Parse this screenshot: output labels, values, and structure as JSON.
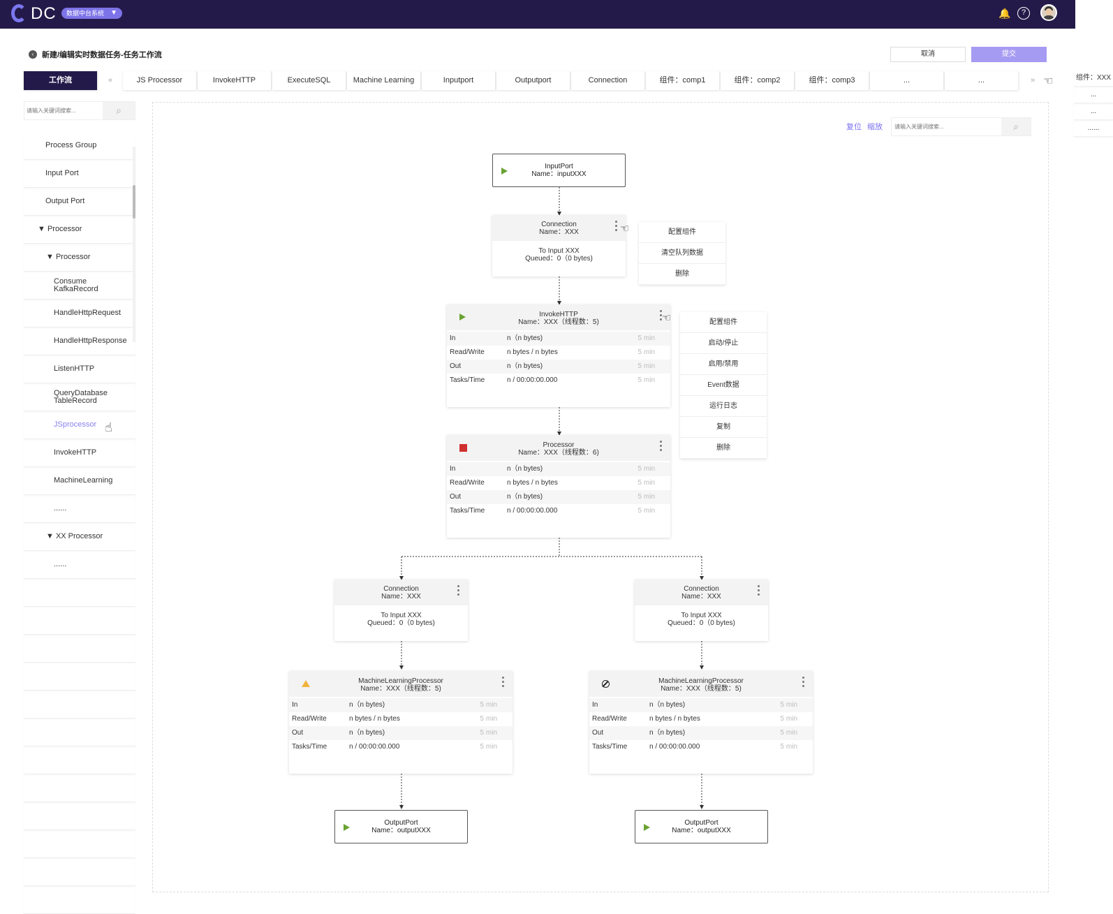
{
  "header": {
    "logo_text": "DC",
    "system_badge": "数据中台系统",
    "icons": [
      "bell-icon",
      "help-icon",
      "avatar"
    ]
  },
  "page": {
    "title": "新建/编辑实时数据任务-任务工作流",
    "cancel_label": "取消",
    "submit_label": "提交"
  },
  "tabs": {
    "items": [
      {
        "label": "工作流",
        "active": true
      },
      {
        "label": "JS Processor"
      },
      {
        "label": "InvokeHTTP"
      },
      {
        "label": "ExecuteSQL"
      },
      {
        "label": "Machine Learning"
      },
      {
        "label": "Inputport"
      },
      {
        "label": "Outputport"
      },
      {
        "label": "Connection"
      },
      {
        "label": "组件：comp1"
      },
      {
        "label": "组件：comp2"
      },
      {
        "label": "组件：comp3"
      },
      {
        "label": "..."
      },
      {
        "label": "..."
      }
    ],
    "prev_arrow": "«",
    "next_arrow": "»"
  },
  "tab_overflow_menu": {
    "items": [
      "组件：XXX",
      "...",
      "...",
      "......"
    ]
  },
  "sidebar": {
    "search_placeholder": "请输入关键词搜索...",
    "items": [
      {
        "label": "Process Group",
        "level": 0
      },
      {
        "label": "Input Port",
        "level": 0
      },
      {
        "label": "Output Port",
        "level": 0
      },
      {
        "label": "▼ Processor",
        "level": 1
      },
      {
        "label": "▼ Processor",
        "level": 2
      },
      {
        "label": "Consume\nKafkaRecord",
        "level": 3
      },
      {
        "label": "HandleHttpRequest",
        "level": 3
      },
      {
        "label": "HandleHttpResponse",
        "level": 3
      },
      {
        "label": "ListenHTTP",
        "level": 3
      },
      {
        "label": "QueryDatabase\nTableRecord",
        "level": 3
      },
      {
        "label": "JSprocessor",
        "level": 3,
        "selected": true
      },
      {
        "label": "InvokeHTTP",
        "level": 3
      },
      {
        "label": "MachineLearning",
        "level": 3
      },
      {
        "label": "......",
        "level": 3
      },
      {
        "label": "▼ XX Processor",
        "level": 2
      },
      {
        "label": "......",
        "level": 3
      },
      {
        "label": "",
        "level": 0
      },
      {
        "label": "",
        "level": 0
      },
      {
        "label": "",
        "level": 0
      },
      {
        "label": "",
        "level": 0
      },
      {
        "label": "",
        "level": 0
      },
      {
        "label": "",
        "level": 0
      },
      {
        "label": "",
        "level": 0
      },
      {
        "label": "",
        "level": 0
      },
      {
        "label": "",
        "level": 0
      },
      {
        "label": "",
        "level": 0
      },
      {
        "label": "",
        "level": 0
      },
      {
        "label": "",
        "level": 0
      }
    ]
  },
  "canvas": {
    "reset_label": "复位",
    "zoom_label": "缩放",
    "search_placeholder": "请输入关键词搜索...",
    "input_port": {
      "title": "InputPort",
      "name": "Name：inputXXX"
    },
    "conn_top": {
      "title": "Connection",
      "name": "Name：XXX",
      "to": "To Input XXX",
      "queued": "Queued：0（0 bytes)"
    },
    "conn_left": {
      "title": "Connection",
      "name": "Name：XXX",
      "to": "To Input XXX",
      "queued": "Queued：0（0 bytes)"
    },
    "conn_right": {
      "title": "Connection",
      "name": "Name：XXX",
      "to": "To Input XXX",
      "queued": "Queued：0（0 bytes)"
    },
    "invoke": {
      "title": "InvokeHTTP",
      "name": "Name：XXX（线程数：5)",
      "status": "running"
    },
    "processor": {
      "title": "Processor",
      "name": "Name：XXX（线程数：6)",
      "status": "stopped"
    },
    "ml_left": {
      "title": "MachineLearningProcessor",
      "name": "Name：XXX（线程数：5)",
      "status": "warning"
    },
    "ml_right": {
      "title": "MachineLearningProcessor",
      "name": "Name：XXX（线程数：5)",
      "status": "disabled"
    },
    "stats_rows": [
      {
        "k": "In",
        "v": "n（n bytes)",
        "t": "5 min"
      },
      {
        "k": "Read/Write",
        "v": "n bytes / n bytes",
        "t": "5 min"
      },
      {
        "k": "Out",
        "v": "n（n bytes)",
        "t": "5 min"
      },
      {
        "k": "Tasks/Time",
        "v": "n / 00:00:00.000",
        "t": "5 min"
      }
    ],
    "out_left": {
      "title": "OutputPort",
      "name": "Name：outputXXX"
    },
    "out_right": {
      "title": "OutputPort",
      "name": "Name：outputXXX"
    },
    "conn_menu": [
      "配置组件",
      "清空队列数据",
      "删除"
    ],
    "proc_menu": [
      "配置组件",
      "启动/停止",
      "启用/禁用",
      "Event数据",
      "运行日志",
      "复制",
      "删除"
    ]
  },
  "colors": {
    "header_bg": "#241a4a",
    "accent": "#7d73e8",
    "submit_bg": "#a59bf2",
    "running": "#6aa232",
    "stopped": "#d03030",
    "warning": "#f2b33d"
  }
}
